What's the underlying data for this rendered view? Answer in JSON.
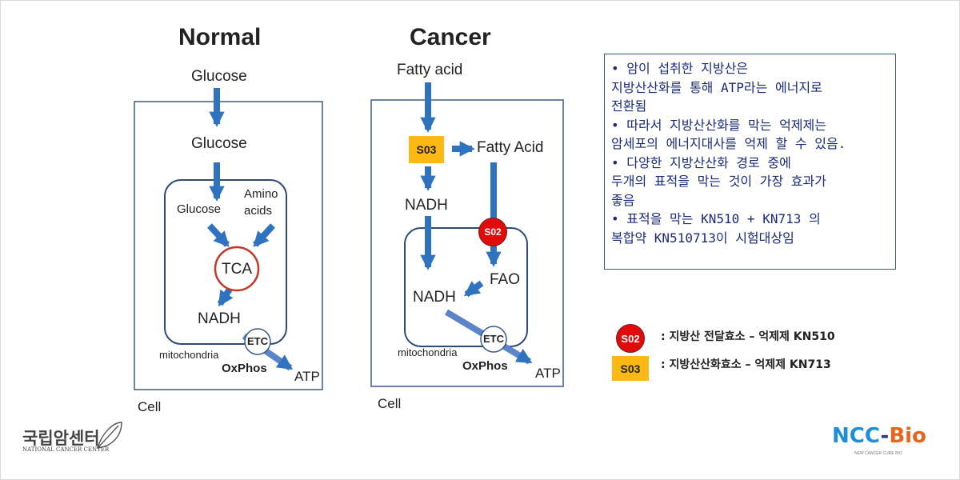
{
  "normal": {
    "title": "Normal",
    "glucose_outer": "Glucose",
    "glucose_cell": "Glucose",
    "glucose_mito": "Glucose",
    "amino_line1": "Amino",
    "amino_line2": "acids",
    "tca": "TCA",
    "nadh": "NADH",
    "etc": "ETC",
    "mitochondria": "mitochondria",
    "oxphos": "OxPhos",
    "atp": "ATP",
    "cell": "Cell"
  },
  "cancer": {
    "title": "Cancer",
    "fatty_acid_outer": "Fatty acid",
    "s03": "S03",
    "fatty_acid_inner": "Fatty Acid",
    "nadh_cell": "NADH",
    "s02": "S02",
    "fao": "FAO",
    "nadh_mito": "NADH",
    "etc": "ETC",
    "mitochondria": "mitochondria",
    "oxphos": "OxPhos",
    "atp": "ATP",
    "cell": "Cell"
  },
  "info_panel": {
    "lines": [
      "•  암이 섭취한 지방산은",
      "지방산산화를 통해 ATP라는 에너지로",
      "전환됨",
      "•  따라서 지방산산화를 막는 억제제는",
      "암세포의 에너지대사를 억제 할 수 있음.",
      "•  다양한 지방산산화 경로 중에",
      "두개의 표적을 막는 것이 가장 효과가",
      "좋음",
      "•  표적을 막는 KN510 + KN713 의",
      "   복합약 KN510713이 시험대상임"
    ]
  },
  "legend": {
    "s02_badge": "S02",
    "s02_text": ": 지방산 전달효소 – 억제제 KN510",
    "s03_badge": "S03",
    "s03_text": ": 지방산산화효소 – 억제제 KN713"
  },
  "logos": {
    "nc_korean": "국립암센터",
    "nc_english": "NATIONAL CANCER CENTER",
    "ncc_part1": "NCC",
    "ncc_part2": "-",
    "ncc_part3": "Bio",
    "ncc_sub": "NEW CANCER CURE BIO"
  },
  "colors": {
    "arrow": "#2f72c0",
    "box_border": "#3b5b82",
    "tca_ring": "#c0392b",
    "s02_red": "#e00b0b",
    "s03_yellow": "#fdb813",
    "panel_text": "#1a2b7a"
  }
}
